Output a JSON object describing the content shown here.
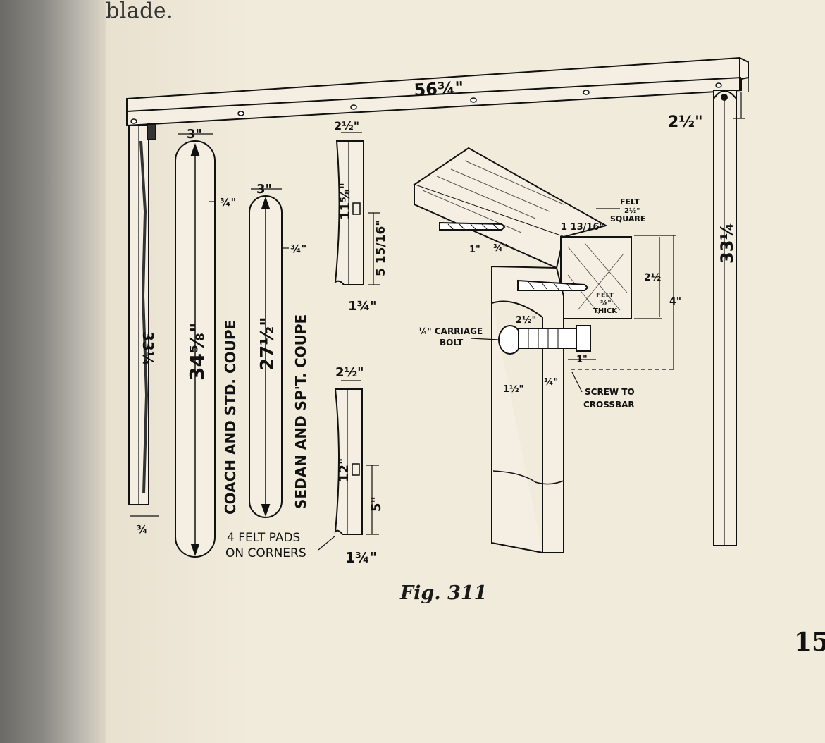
{
  "page": {
    "top_text": "blade.",
    "caption": "Fig. 311",
    "page_number": "15"
  },
  "diagram": {
    "crossbar_length": "56¾\"",
    "crossbar_offset": "2½\"",
    "post_left_height": "33¼",
    "post_left_thickness": "¾",
    "post_right_height": "33¼",
    "board1_width": "3\"",
    "board1_edge": "¾\"",
    "board1_length": "34⅝\"",
    "board1_label": "COACH AND STD. COUPE",
    "board2_width": "3\"",
    "board2_edge": "¾\"",
    "board2_length": "27½\"",
    "board2_label": "SEDAN AND SP'T. COUPE",
    "stick1_width": "2½\"",
    "stick1_length": "11⅝\"",
    "stick1_notch": "5 15/16\"",
    "stick1_thickness": "1¾\"",
    "stick2_width": "2½\"",
    "stick2_length": "12\"",
    "stick2_notch": "5\"",
    "stick2_thickness": "1¾\"",
    "felt_pads_line1": "4 FELT PADS",
    "felt_pads_line2": "ON CORNERS",
    "detail": {
      "felt_square_line1": "FELT",
      "felt_square_line2": "2½\"",
      "felt_square_line3": "SQUARE",
      "felt_width": "1 13/16\"",
      "felt_height": "2½",
      "felt_thick_line1": "FELT",
      "felt_thick_line2": "⅜\"",
      "felt_thick_line3": "THICK",
      "overall_height": "4\"",
      "screw_offset_vertical": "1\"",
      "screw_offset_horizontal": "¾\"",
      "diag_dim": "2½\"",
      "carriage_bolt_line1": "¼\" CARRIAGE",
      "carriage_bolt_line2": "BOLT",
      "bolt_offset": "1\"",
      "post_thickness_dim": "¾\"",
      "post_width_dim": "1½\"",
      "screw_note_line1": "SCREW TO",
      "screw_note_line2": "CROSSBAR"
    }
  }
}
